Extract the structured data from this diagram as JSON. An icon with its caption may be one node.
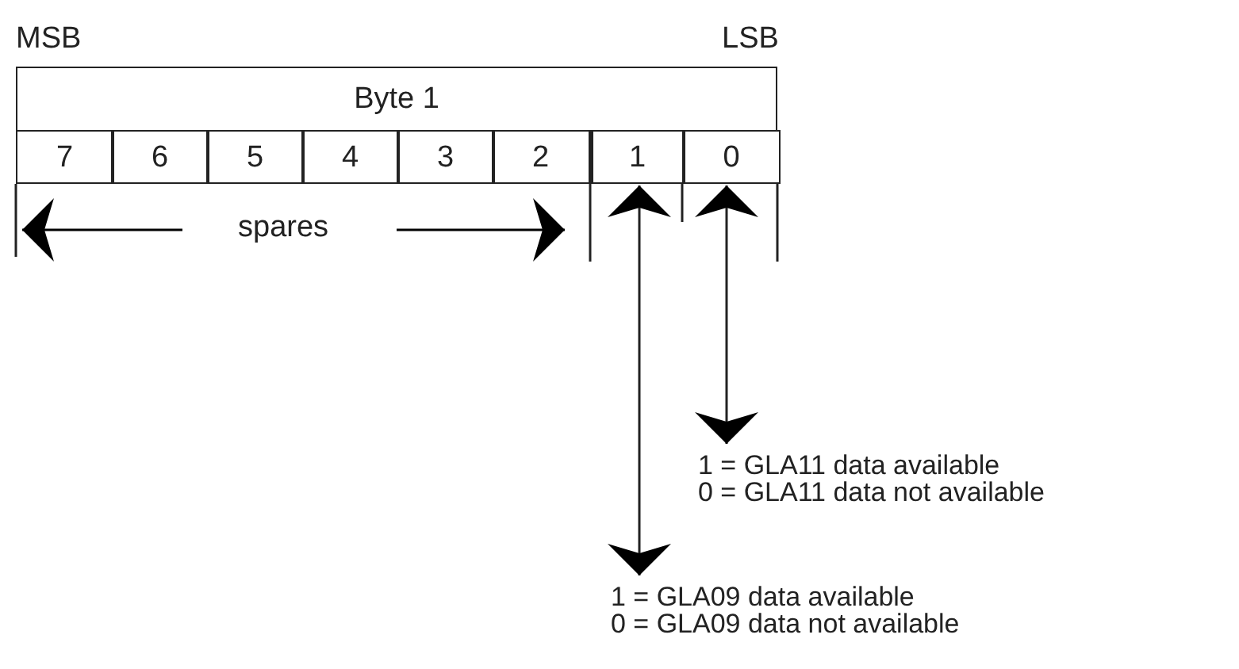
{
  "diagram": {
    "nodes": [
      {
        "text": [
          "Byte 1"
        ]
      },
      {
        "text": [
          "7"
        ]
      },
      {
        "text": [
          "6"
        ]
      },
      {
        "text": [
          "5"
        ]
      },
      {
        "text": [
          "4"
        ]
      },
      {
        "text": [
          "3"
        ]
      },
      {
        "text": [
          "2"
        ]
      },
      {
        "text": [
          "1"
        ]
      },
      {
        "text": [
          "0"
        ]
      },
      {
        "text": [
          "1 = GLA11 data available",
          "0 = GLA11 data not available"
        ]
      },
      {
        "text": [
          "1 = GLA09 data available",
          "0 = GLA09 data not available"
        ]
      }
    ],
    "edges": [
      {
        "from": 7,
        "to": 10,
        "arrow": "both"
      },
      {
        "from": 8,
        "to": 9,
        "arrow": "both"
      }
    ],
    "labels": [
      "MSB",
      "LSB",
      "spares"
    ]
  }
}
